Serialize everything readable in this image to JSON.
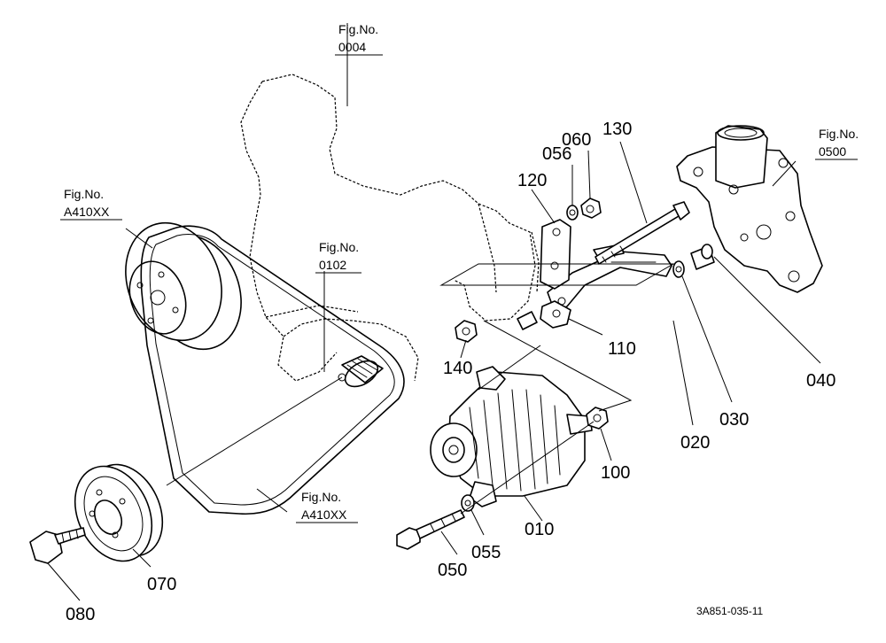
{
  "parts": [
    {
      "id": "p010",
      "number": "010"
    },
    {
      "id": "p020",
      "number": "020"
    },
    {
      "id": "p030",
      "number": "030"
    },
    {
      "id": "p040",
      "number": "040"
    },
    {
      "id": "p050",
      "number": "050"
    },
    {
      "id": "p055",
      "number": "055"
    },
    {
      "id": "p056",
      "number": "056"
    },
    {
      "id": "p060",
      "number": "060"
    },
    {
      "id": "p070",
      "number": "070"
    },
    {
      "id": "p080",
      "number": "080"
    },
    {
      "id": "p100",
      "number": "100"
    },
    {
      "id": "p110",
      "number": "110"
    },
    {
      "id": "p120",
      "number": "120"
    },
    {
      "id": "p130",
      "number": "130"
    },
    {
      "id": "p140",
      "number": "140"
    }
  ],
  "fig_refs": [
    {
      "id": "ref0004",
      "label": "Fig.No.",
      "code": "0004"
    },
    {
      "id": "refA410a",
      "label": "Fig.No.",
      "code": "A410XX"
    },
    {
      "id": "ref0102",
      "label": "Fig.No.",
      "code": "0102"
    },
    {
      "id": "ref0500",
      "label": "Fig.No.",
      "code": "0500"
    },
    {
      "id": "refA410b",
      "label": "Fig.No.",
      "code": "A410XX"
    }
  ],
  "drawing_code": "3A851-035-11"
}
